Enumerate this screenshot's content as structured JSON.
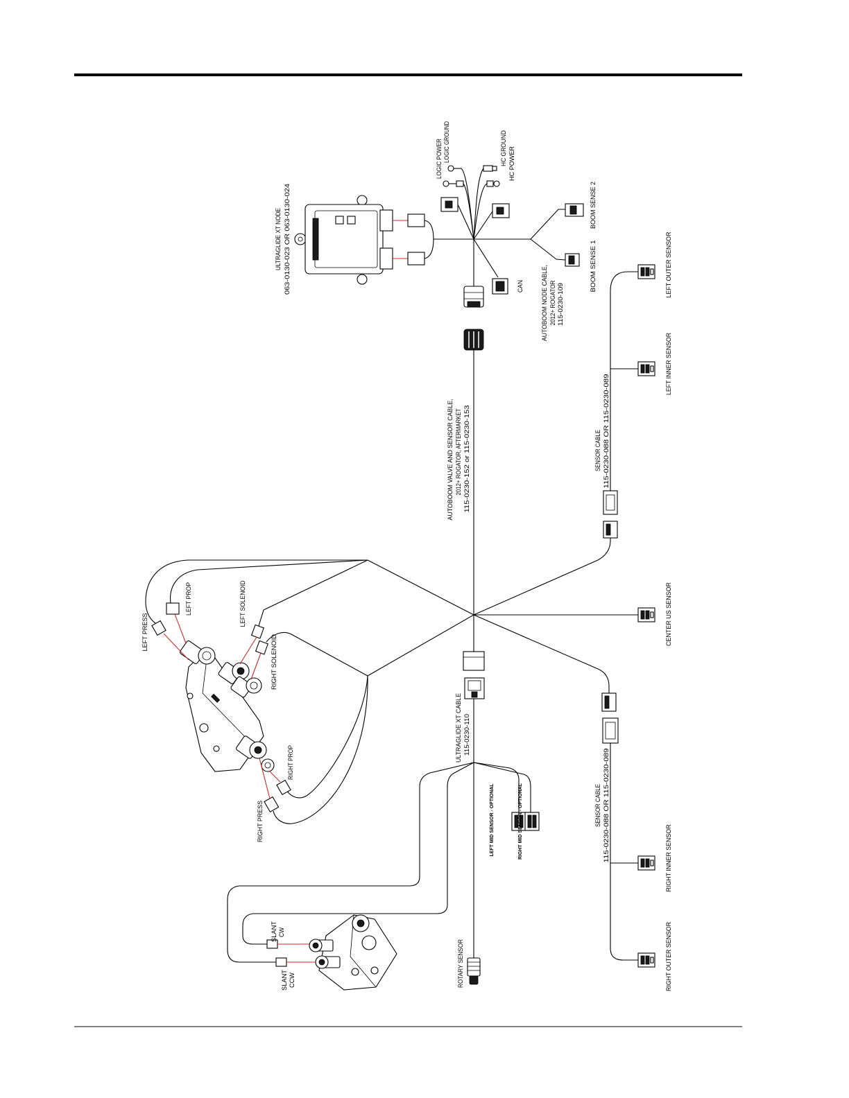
{
  "colors": {
    "wire": "#000000",
    "lead": "#cc2a2a",
    "rule": "#000000"
  },
  "ultraglide_xt_node": {
    "title": "ULTRAGLIDE XT NODE",
    "part_numbers": "063-0130-023 OR 063-0130-024"
  },
  "autoboom_node_cable": {
    "logic_power": "LOGIC POWER",
    "logic_ground": "LOGIC GROUND",
    "hc_ground": "HC GROUND",
    "hc_power": "HC POWER",
    "boom_sense_1": "BOOM SENSE 1",
    "boom_sense_2": "BOOM SENSE 2",
    "can": "CAN",
    "label": [
      "AUTOBOOM NODE CABLE,",
      "2012+ ROGATOR",
      "115-0230-109"
    ]
  },
  "autoboom_valve_sensor_cable": {
    "label": [
      "AUTOBOOM VALVE AND SENSOR CABLE,",
      "2012+ ROGATOR, AFTERMARKET",
      "115-0230-152 or 115-0230-153"
    ]
  },
  "valve": {
    "left_press": "LEFT PRESS",
    "left_prop": "LEFT PROP",
    "left_solenoid": "LEFT SOLENOID",
    "right_solenoid": "RIGHT SOLENOID",
    "right_prop": "RIGHT PROP",
    "right_press": "RIGHT PRESS"
  },
  "sensors": {
    "left_outer": "LEFT OUTER SENSOR",
    "left_inner": "LEFT INNER SENSOR",
    "center_us": "CENTER US SENSOR",
    "right_inner": "RIGHT INNER SENSOR",
    "right_outer": "RIGHT OUTER SENSOR"
  },
  "sensor_cable_left": {
    "label": [
      "SENSOR CABLE",
      "115-0230-088 OR 115-0230-089"
    ]
  },
  "sensor_cable_right": {
    "label": [
      "SENSOR CABLE",
      "115-0230-088 OR 115-0230-089"
    ]
  },
  "ultraglide_xt_cable": {
    "label": [
      "ULTRAGLIDE XT CABLE",
      "115-0230-110"
    ],
    "left_mid_sensor": "LEFT MID SENSOR - OPTIONAL",
    "right_mid_sensor": "RIGHT MID SENSOR - OPTIONAL",
    "rotary_sensor": "ROTARY SENSOR",
    "slant_cw": [
      "SLANT",
      "CW"
    ],
    "slant_ccw": [
      "SLANT",
      "CCW"
    ]
  }
}
